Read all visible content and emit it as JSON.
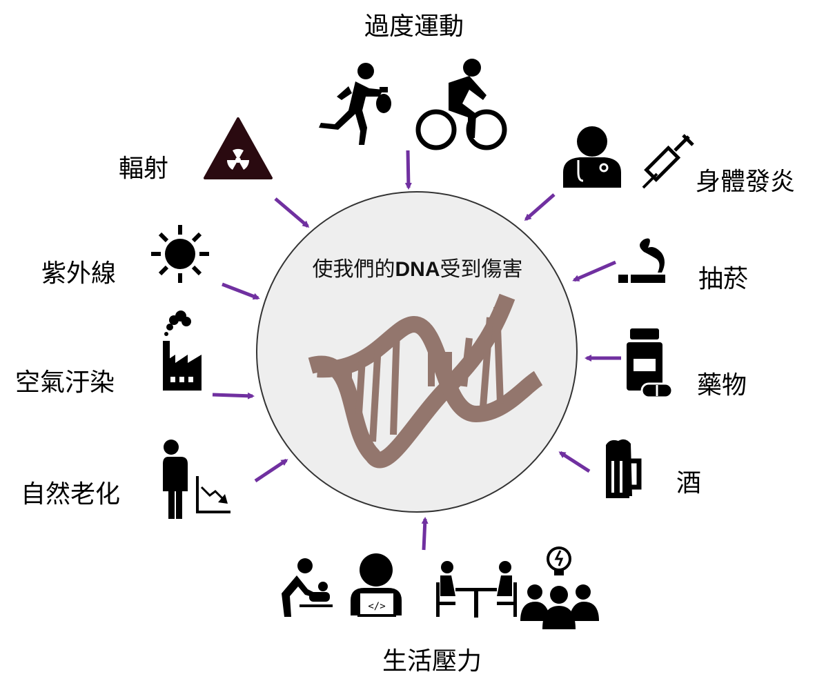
{
  "center": {
    "title_before": "使我們的",
    "title_bold": "DNA",
    "title_after": "受到傷害",
    "circle_fill": "#eeeeee",
    "dna_color": "#93766d"
  },
  "arrow_color": "#7030a0",
  "factors": [
    {
      "id": "exercise",
      "label": "過度運動",
      "icons": [
        "running-person-icon",
        "cyclist-icon"
      ]
    },
    {
      "id": "inflammation",
      "label": "身體發炎",
      "icons": [
        "doctor-icon",
        "syringe-icon"
      ]
    },
    {
      "id": "smoking",
      "label": "抽菸",
      "icons": [
        "cigarette-icon"
      ]
    },
    {
      "id": "medicine",
      "label": "藥物",
      "icons": [
        "pill-bottle-icon"
      ]
    },
    {
      "id": "alcohol",
      "label": "酒",
      "icons": [
        "beer-mug-icon"
      ]
    },
    {
      "id": "stress",
      "label": "生活壓力",
      "icons": [
        "parent-changing-baby-icon",
        "laptop-worker-icon",
        "meeting-table-icon",
        "team-idea-icon"
      ]
    },
    {
      "id": "aging",
      "label": "自然老化",
      "icons": [
        "standing-person-icon",
        "declining-chart-icon"
      ]
    },
    {
      "id": "pollution",
      "label": "空氣汙染",
      "icons": [
        "factory-smoke-icon"
      ]
    },
    {
      "id": "uv",
      "label": "紫外線",
      "icons": [
        "sun-icon"
      ]
    },
    {
      "id": "radiation",
      "label": "輻射",
      "icons": [
        "radiation-warning-icon"
      ]
    }
  ]
}
